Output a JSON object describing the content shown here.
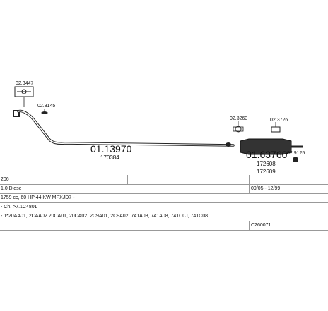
{
  "parts": {
    "clamp_top": "02.3447",
    "clamp_small_left": "02.3145",
    "front_pipe": "01.13970",
    "front_pipe_ref": "170384",
    "clamp_mid": "02.3263",
    "clamp_right": "02.3726",
    "clamp_far_right": "02.9125",
    "rear_box": "01.63760",
    "rear_box_ref1": "172608",
    "rear_box_ref2": "172609"
  },
  "spec": {
    "model": "206",
    "variant": "1.0 Diese",
    "dates": "09/05 - 12/99",
    "engine": "1759 cc, 60 HP 44 KW MPXJD7 -",
    "chassis": "- Ch. >7.1C4801",
    "codes": "- 1*20AA01, 2CAA02 20CA01, 20CA02, 2C9A01, 2C9A02, 741A03, 741A08, 741C0J, 741C08",
    "catalog_code": "C260071"
  }
}
